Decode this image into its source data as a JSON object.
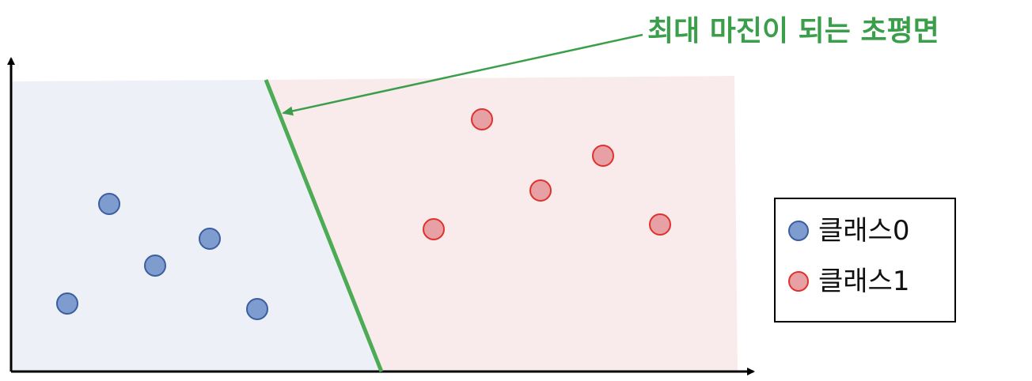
{
  "annotation": {
    "text": "최대 마진이 되는 초평면",
    "color": "#3b9e4a"
  },
  "legend": {
    "items": [
      {
        "label": "클래스0",
        "fill": "#7f9ccf",
        "stroke": "#3a5ea0"
      },
      {
        "label": "클래스1",
        "fill": "#e7a0a4",
        "stroke": "#e0312e"
      }
    ]
  },
  "regions": {
    "class0_fill": "#edf1f7",
    "class1_fill": "#f9ebeb"
  },
  "hyperplane": {
    "color": "#4eab55"
  },
  "points": {
    "class0": 5,
    "class1": 5
  }
}
